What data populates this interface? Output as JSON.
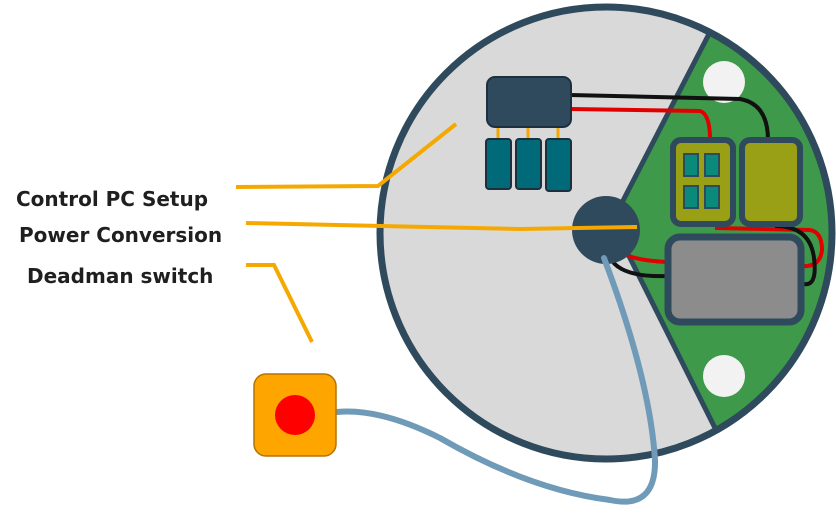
{
  "labels": {
    "control_pc_setup": "Control PC Setup",
    "power_conversion": "Power Conversion",
    "deadman_switch": "Deadman switch"
  },
  "colors": {
    "enclosure_fill": "#d9d9d9",
    "enclosure_rim": "#2e4a5c",
    "pcb_green": "#3e9a4a",
    "leader_line": "#f5a800",
    "deadman_box": "#ffa500",
    "deadman_button": "#ff0000",
    "cable": "#6f9ab8",
    "wire_red": "#e00000",
    "wire_black": "#111111",
    "module_dark": "#2e4a5c",
    "capacitor": "#006a78",
    "terminal_olive": "#9aa015",
    "pad_teal": "#0a8a7a",
    "supply_gray": "#8c8c8c",
    "mount_hole": "#f2f2f2"
  }
}
